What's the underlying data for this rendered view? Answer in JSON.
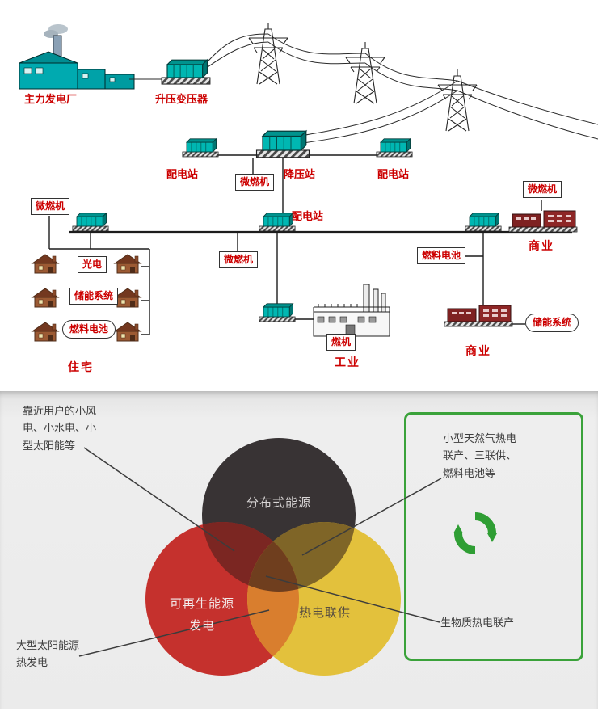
{
  "grid_diagram": {
    "plant": "主力发电厂",
    "step_up": "升压变压器",
    "dist_station_a": "配电站",
    "step_down": "降压站",
    "dist_station_b": "配电站",
    "dist_station_c": "配电站",
    "micro_turbine_1": "微燃机",
    "micro_turbine_2": "微燃机",
    "micro_turbine_3": "微燃机",
    "micro_turbine_4": "微燃机",
    "fuel_cell_1": "燃料电池",
    "fuel_cell_2": "燃料电池",
    "pv": "光电",
    "storage_1": "储能系统",
    "storage_2": "储能系统",
    "residential": "住宅",
    "gas_turbine": "燃机",
    "industry": "工业",
    "commercial_1": "商业",
    "commercial_2": "商业"
  },
  "venn": {
    "black_label": "分布式能源",
    "red_label_line1": "可再生能源",
    "red_label_line2": "发电",
    "yellow_label": "热电联供",
    "note_top_left": "靠近用户的小风电、小水电、小型太阳能等",
    "note_right": "小型天然气热电联产、三联供、燃料电池等",
    "note_bottom_left": "大型太阳能源热发电",
    "note_biomass": "生物质热电联产"
  },
  "colors": {
    "label_red": "#cc0000",
    "equipment_teal": "#00b7b2",
    "black_circle": "#383334",
    "red_circle": "#c5312d",
    "yellow_circle": "#e3c13c",
    "overlap_red_black": "#7b2622",
    "overlap_yellow_black": "#7f6527",
    "overlap_red_yellow": "#d97e2e",
    "overlap_center": "#6f3e1e",
    "green_frame": "#3aa23a"
  }
}
